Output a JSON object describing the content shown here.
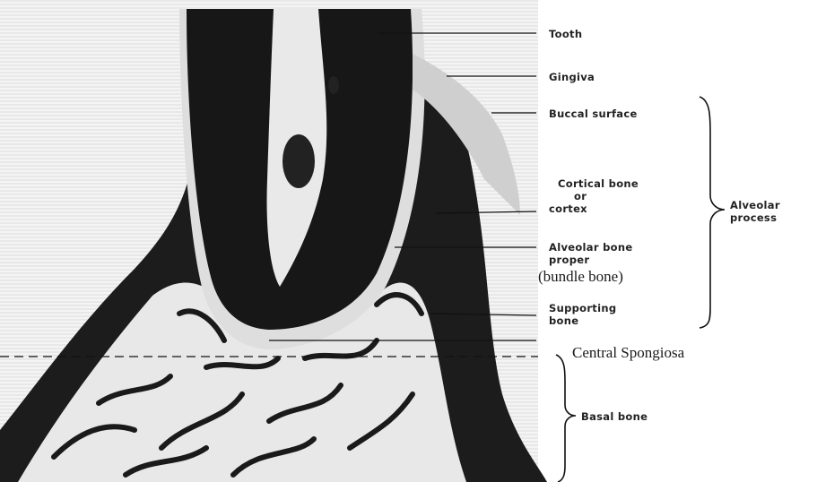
{
  "labels": {
    "tooth": "Tooth",
    "gingiva": "Gingiva",
    "buccal_surface": "Buccal surface",
    "cortical_line1": "Cortical bone",
    "cortical_line2": "or",
    "cortical_line3": "cortex",
    "alveolar_proper_line1": "Alveolar bone",
    "alveolar_proper_line2": "proper",
    "bundle_bone": "(bundle bone)",
    "supporting_line1": "Supporting",
    "supporting_line2": "bone",
    "alveolar_process_line1": "Alveolar",
    "alveolar_process_line2": "process",
    "central_spongiosa": "Central Spongiosa",
    "basal_bone": "Basal bone"
  }
}
